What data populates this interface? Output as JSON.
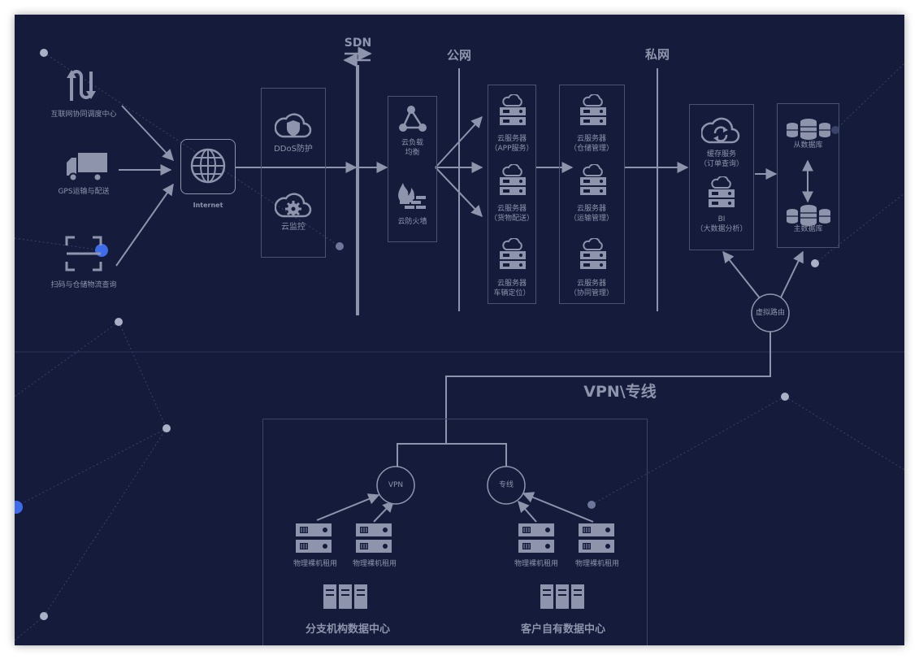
{
  "labels": {
    "sdn": "SDN",
    "public_net": "公网",
    "private_net": "私网",
    "internet_dispatch": "互联网协同调度中心",
    "gps": "GPS运输与配送",
    "scan": "扫码与仓储物流查询",
    "internet": "Internet",
    "ddos": "DDoS防护",
    "monitor": "云监控",
    "lb_line1": "云负载",
    "lb_line2": "均衡",
    "firewall": "云防火墙",
    "srv_app_1": "云服务器",
    "srv_app_2": "（APP服务）",
    "srv_goods_1": "云服务器",
    "srv_goods_2": "（货物配送）",
    "srv_vehicle_1": "云服务器",
    "srv_vehicle_2": "车辆定位）",
    "srv_wh_1": "云服务器",
    "srv_wh_2": "（仓储管理）",
    "srv_tr_1": "云服务器",
    "srv_tr_2": "（运输管理）",
    "srv_co_1": "云服务器",
    "srv_co_2": "（协同管理）",
    "cache_1": "缓存服务",
    "cache_2": "（订单查询）",
    "bi_1": "BI",
    "bi_2": "（大数据分析）",
    "slave_db": "从数据库",
    "master_db": "主数据库",
    "virtual_router": "虚拟路由",
    "vpn_line": "VPN\\专线",
    "vpn": "VPN",
    "dedicated": "专线",
    "bm1": "物理裸机租用",
    "bm2": "物理裸机租用",
    "bm3": "物理裸机租用",
    "bm4": "物理裸机租用",
    "branch_dc": "分支机构数据中心",
    "customer_dc": "客户自有数据中心"
  },
  "colors": {
    "background": "#141b3b",
    "line": "#8d94ab",
    "box_border": "#4b5373",
    "node_blue": "#3f6ce8",
    "node_grey": "#aab0c6"
  },
  "icons": [
    "route-icon",
    "truck-icon",
    "scan-icon",
    "globe-icon",
    "shield-cloud-icon",
    "gear-cloud-icon",
    "share-icon",
    "firewall-icon",
    "cloud-server-icon",
    "sync-cloud-icon",
    "database-icon",
    "rack-server-icon"
  ]
}
